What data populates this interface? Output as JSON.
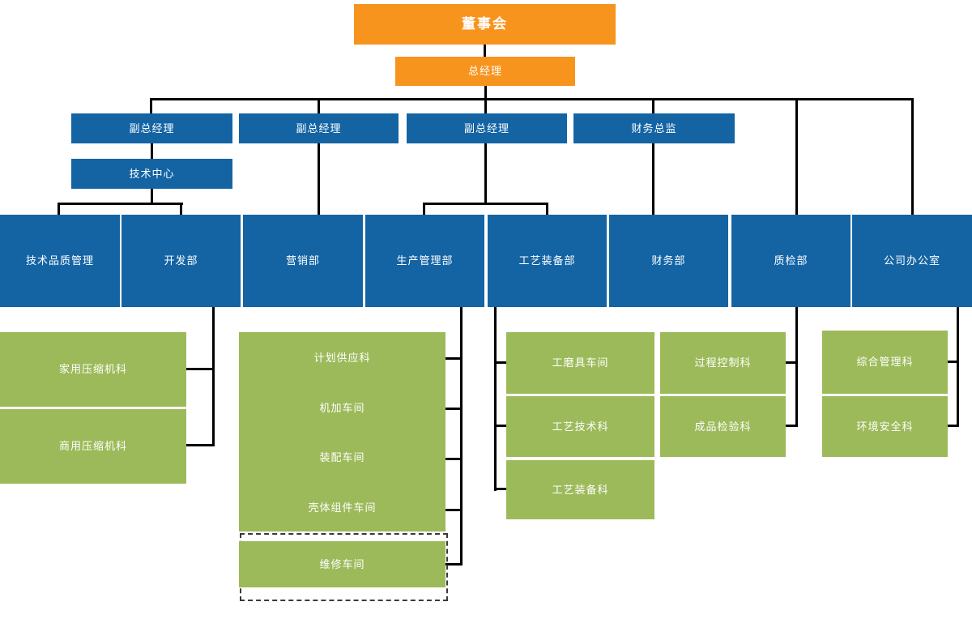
{
  "colors": {
    "orange": "#F7941E",
    "blue": "#1464A4",
    "green": "#9CBA5A",
    "connector": "#000000",
    "text": "#FFFFFF"
  },
  "org": {
    "board": "董事会",
    "general_manager": "总经理",
    "vice_gm_1": "副总经理",
    "vice_gm_2": "副总经理",
    "vice_gm_3": "副总经理",
    "cfo": "财务总监",
    "tech_center": "技术中心",
    "dept_tech_quality": "技术品质管理",
    "dept_development": "开发部",
    "dept_marketing": "营销部",
    "dept_production": "生产管理部",
    "dept_process_equipment": "工艺装备部",
    "dept_finance": "财务部",
    "dept_quality_inspection": "质检部",
    "dept_company_office": "公司办公室",
    "sec_household_compressor": "家用压缩机科",
    "sec_commercial_compressor": "商用压缩机科",
    "sec_plan_supply": "计划供应科",
    "sec_machining_workshop": "机加车间",
    "sec_assembly_workshop": "装配车间",
    "sec_shell_components_workshop": "壳体组件车间",
    "sec_maintenance_workshop": "维修车间",
    "sec_tooling_workshop": "工磨具车间",
    "sec_process_technology": "工艺技术科",
    "sec_process_equipment": "工艺装备科",
    "sec_process_control": "过程控制科",
    "sec_finished_inspection": "成品检验科",
    "sec_general_management": "综合管理科",
    "sec_environment_safety": "环境安全科"
  }
}
